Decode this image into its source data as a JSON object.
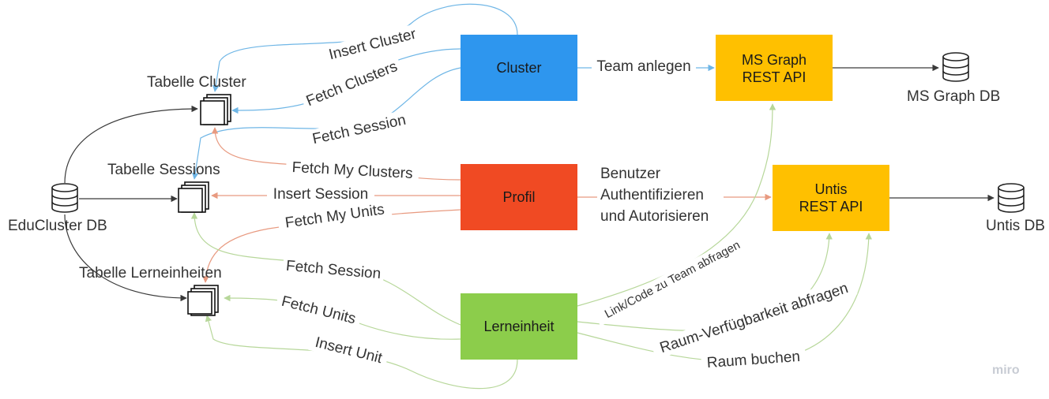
{
  "nodes": {
    "cluster": {
      "label": "Cluster",
      "color": "#2e96ee"
    },
    "profil": {
      "label": "Profil",
      "color": "#f04a23"
    },
    "lerneinheit": {
      "label": "Lerneinheit",
      "color": "#8ccd4b"
    },
    "msgraph_api": {
      "line1": "MS Graph",
      "line2": "REST API",
      "color": "#ffc000"
    },
    "untis_api": {
      "line1": "Untis",
      "line2": "REST API",
      "color": "#ffc000"
    }
  },
  "databases": {
    "educluster": "EduCluster DB",
    "msgraph": "MS Graph DB",
    "untis": "Untis DB"
  },
  "tables": {
    "cluster": "Tabelle Cluster",
    "sessions": "Tabelle Sessions",
    "lerneinheiten": "Tabelle Lerneinheiten"
  },
  "edges": {
    "insert_cluster": "Insert Cluster",
    "fetch_clusters": "Fetch Clusters",
    "fetch_session_1": "Fetch Session",
    "fetch_my_clusters": "Fetch My Clusters",
    "insert_session": "Insert Session",
    "fetch_my_units": "Fetch My Units",
    "fetch_session_2": "Fetch Session",
    "fetch_units": "Fetch Units",
    "insert_unit": "Insert Unit",
    "team_anlegen": "Team anlegen",
    "auth_line1": "Benutzer",
    "auth_line2": "Authentifizieren",
    "auth_line3": "und Autorisieren",
    "link_code": "Link/Code  zu Team abfragen",
    "raum_verfuegbarkeit": "Raum-Verfügbarkeit abfragen",
    "raum_buchen": "Raum buchen"
  },
  "colors": {
    "blue_edge": "#6fb6e6",
    "red_edge": "#e89a80",
    "green_edge": "#b7d79a",
    "dark_edge": "#3a3a3a"
  },
  "brand": "miro"
}
